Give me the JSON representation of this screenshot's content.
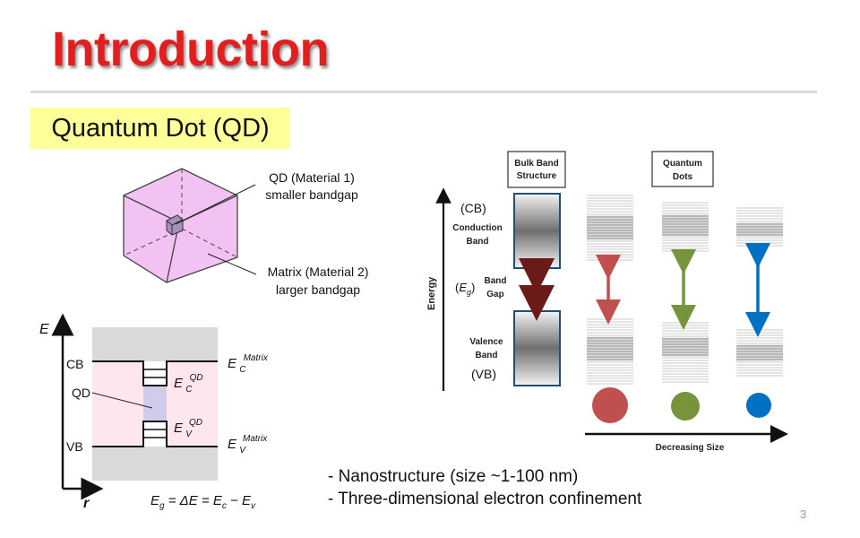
{
  "slide": {
    "title": "Introduction",
    "subtitle": "Quantum Dot (QD)",
    "page_number": "3"
  },
  "cube_diagram": {
    "qd_label_line1": "QD (Material 1)",
    "qd_label_line2": "smaller bandgap",
    "matrix_label_line1": "Matrix (Material 2)",
    "matrix_label_line2": "larger bandgap",
    "colors": {
      "cube_fill": "#f4c4f4",
      "cube_edge": "#444444",
      "dot_fill": "#a78fb7"
    }
  },
  "band_diagram": {
    "axis_y": "E",
    "axis_x": "r",
    "cb": "CB",
    "vb": "VB",
    "qd": "QD",
    "ec_matrix_base": "E",
    "ec_matrix_sub": "C",
    "ec_matrix_sup": "Matrix",
    "ev_matrix_base": "E",
    "ev_matrix_sub": "V",
    "ev_matrix_sup": "Matrix",
    "ec_qd_base": "E",
    "ec_qd_sub": "C",
    "ec_qd_sup": "QD",
    "ev_qd_base": "E",
    "ev_qd_sub": "V",
    "ev_qd_sup": "QD",
    "eq_eg": "E",
    "eq_g": "g",
    "eq_mid": " = ΔE = E",
    "eq_c": "c",
    "eq_minus": " − E",
    "eq_v": "v",
    "colors": {
      "gray_band": "#d9d9d9",
      "pink_gap": "#fde6ee",
      "qd_well": "#c9c7e6"
    }
  },
  "bulk_diagram": {
    "bulk_box_line1": "Bulk Band",
    "bulk_box_line2": "Structure",
    "qd_box_line1": "Quantum",
    "qd_box_line2": "Dots",
    "energy_label": "Energy",
    "cb_abbrev": "(CB)",
    "conduction_line1": "Conduction",
    "conduction_line2": "Band",
    "eg_paren_open": "(",
    "eg_e": "E",
    "eg_g": "g",
    "eg_paren_close": ")",
    "band_gap_line1": "Band",
    "band_gap_line2": "Gap",
    "valence_line1": "Valence",
    "valence_line2": "Band",
    "vb_abbrev": "(VB)",
    "decreasing_size": "Decreasing Size",
    "colors": {
      "bulk_border": "#1f4e79",
      "arrow_bulk": "#6b1a1a",
      "dot_red": "#c0504d",
      "arrow_red": "#c0504d",
      "dot_green": "#77933c",
      "arrow_green": "#77933c",
      "dot_blue": "#0070c0",
      "arrow_blue": "#0070c0"
    }
  },
  "bullets": [
    "- Nanostructure (size ~1-100 nm)",
    "- Three-dimensional electron confinement"
  ]
}
